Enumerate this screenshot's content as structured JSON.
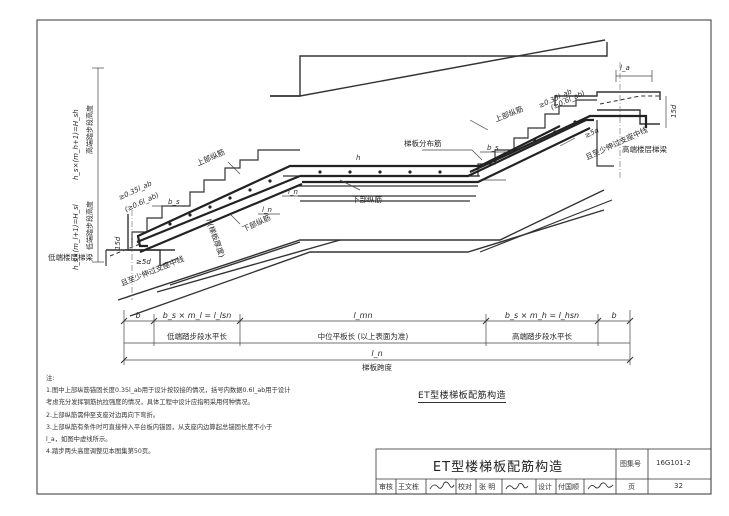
{
  "drawing": {
    "labels": {
      "high_beam": "高端楼层梯梁",
      "low_beam": "低端楼层梯梁",
      "stair_dist_bar": "梯板分布筋",
      "top_long_bar_upper": "上部纵筋",
      "top_long_bar_lower": "上部纵筋",
      "bottom_long_bar_mid": "下部纵筋",
      "bottom_long_bar_low": "下部纵筋",
      "thickness": "h(梯板厚度)",
      "h_mid": "h",
      "high_height": "高端踏步段高度",
      "low_height": "低端踏步段高度",
      "high_height_formula": "h_s×(m_h+1)=H_sh",
      "low_height_formula": "h_s×(m_l+1)=H_sl",
      "anchor_high": "≥0.35l_ab",
      "anchor_high_alt": "(≥0.6l_ab)",
      "anchor_low": "≥0.35l_ab",
      "anchor_low_alt": "(≥0.6l_ab)",
      "la": "l_a",
      "fifteen_d_high": "15d",
      "fifteen_d_low": "15d",
      "five_d_high": "≥5d",
      "five_d_low": "≥5d",
      "support_high": "且至少伸过支座中线",
      "support_low": "且至少伸过支座中线",
      "b_s_high": "b_s",
      "b_s_low": "b_s",
      "l_n_a": "l_n",
      "l_n_b": "l_n"
    },
    "dimensions": {
      "b_left": "b",
      "b_right": "b",
      "low_formula": "b_s × m_l = l_lsn",
      "mid_formula": "l_mn",
      "high_formula": "b_s × m_h = l_hsn",
      "low_caption": "低端踏步段水平长",
      "mid_caption": "中位平板长 (以上表面为准)",
      "high_caption": "高端踏步段水平长",
      "total": "l_n",
      "total_caption": "梯板跨度"
    }
  },
  "notes": {
    "heading": "注:",
    "items": [
      "1.图中上部纵筋锚固长度0.35l_ab用于设计按铰接的情况，括号内数据0.6l_ab用于设计",
      "   考虑充分发挥钢筋抗拉强度的情况，具体工程中设计应指明采用何种情况。",
      "2.上部纵筋需伸至支座对边再向下弯折。",
      "3.上部纵筋有条件时可直接伸入平台板内锚固，从支座内边算起总锚固长度不小于",
      "   l_a，如图中虚线所示。",
      "4.踏步两头高度调整见本图集第50页。"
    ]
  },
  "caption": "ET型楼梯板配筋构造",
  "title_block": {
    "title": "ET型楼梯板配筋构造",
    "atlas_label": "图集号",
    "atlas_no": "16G101-2",
    "page_label": "页",
    "page_no": "32",
    "review_label": "审核",
    "reviewer": "王文栋",
    "check_label": "校对",
    "checker": "张 明",
    "design_label": "设计",
    "designer": "付国顺"
  }
}
